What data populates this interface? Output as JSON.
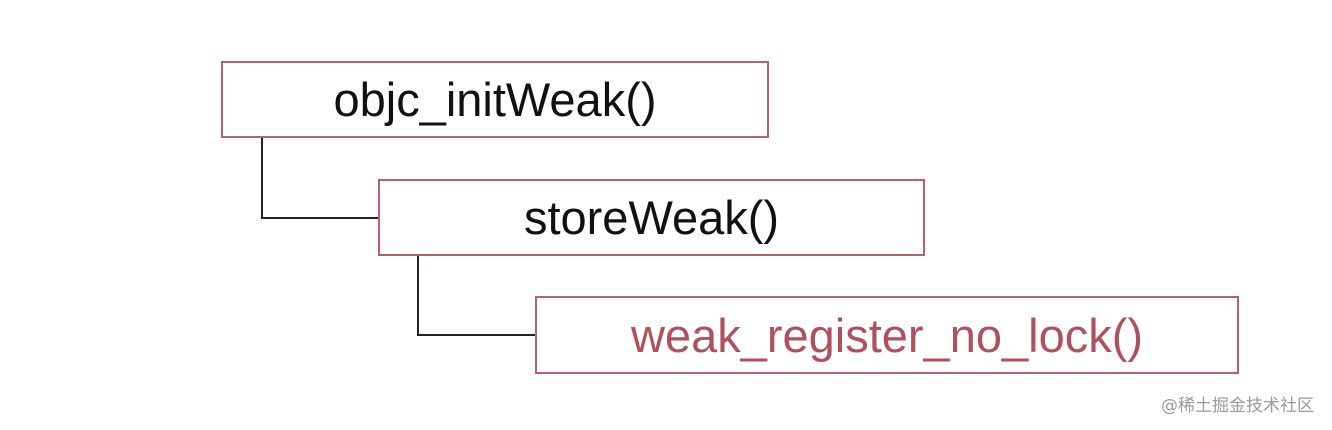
{
  "diagram": {
    "nodes": [
      {
        "label": "objc_initWeak()",
        "color": "#111111"
      },
      {
        "label": "storeWeak()",
        "color": "#111111"
      },
      {
        "label": "weak_register_no_lock()",
        "color": "#b0505e"
      }
    ],
    "border_color": "#b9606e",
    "connector_color": "#222222"
  },
  "watermark": "@稀土掘金技术社区"
}
